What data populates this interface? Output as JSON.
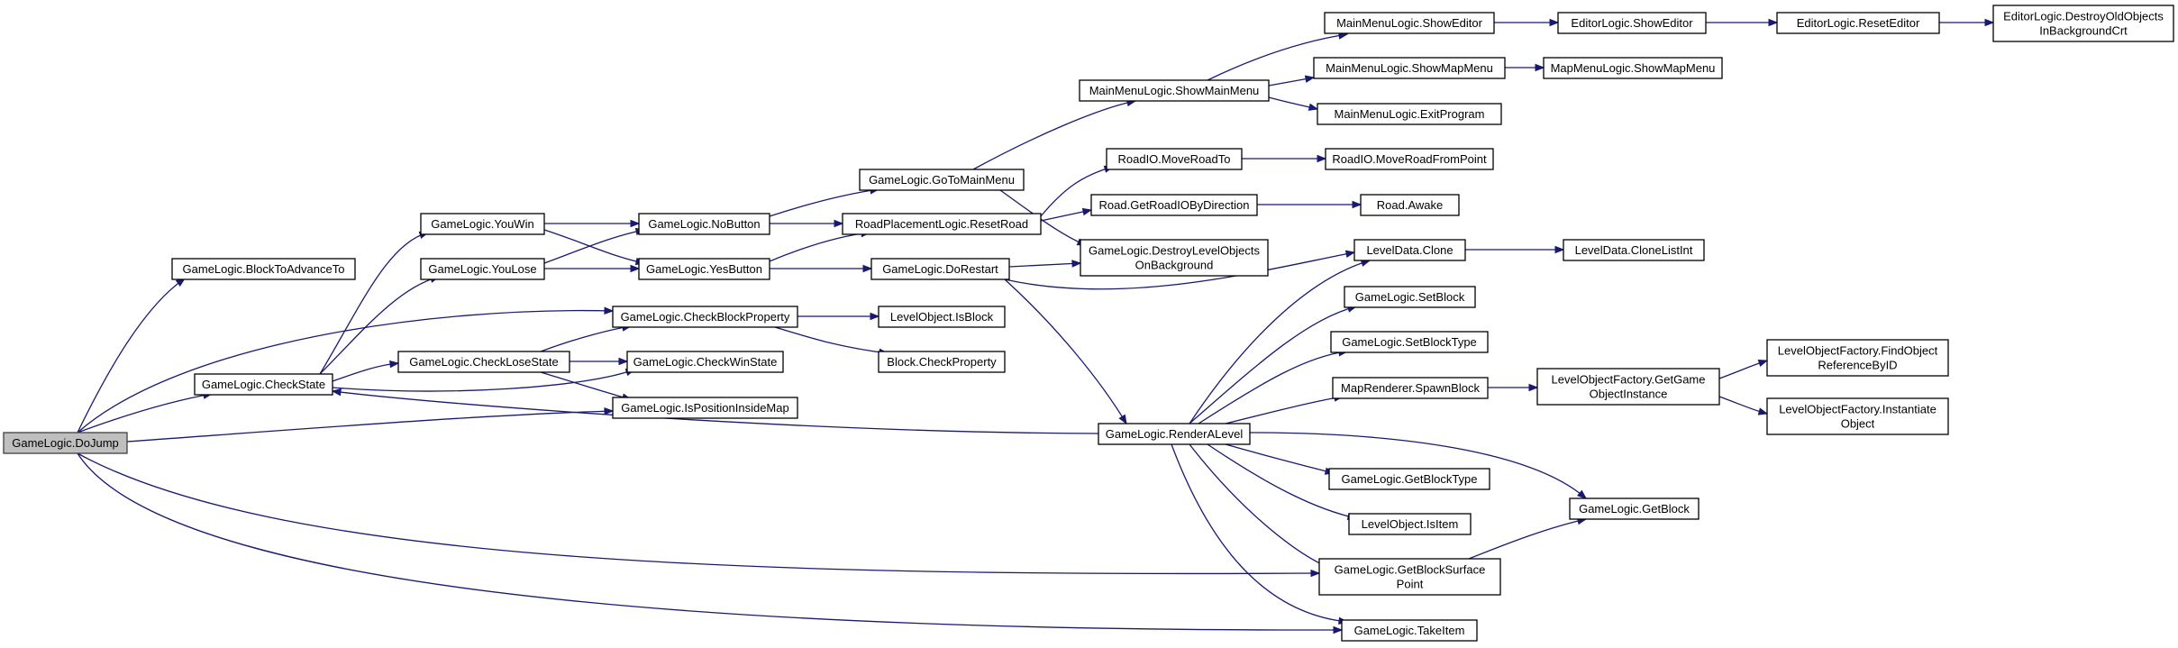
{
  "graph": {
    "nodes": [
      {
        "id": "dojump",
        "lines": [
          "GameLogic.DoJump"
        ],
        "root": true
      },
      {
        "id": "blocktoadvance",
        "lines": [
          "GameLogic.BlockToAdvanceTo"
        ]
      },
      {
        "id": "checkstate",
        "lines": [
          "GameLogic.CheckState"
        ]
      },
      {
        "id": "youwin",
        "lines": [
          "GameLogic.YouWin"
        ]
      },
      {
        "id": "youlose",
        "lines": [
          "GameLogic.YouLose"
        ]
      },
      {
        "id": "checklosestate",
        "lines": [
          "GameLogic.CheckLoseState"
        ]
      },
      {
        "id": "nobutton",
        "lines": [
          "GameLogic.NoButton"
        ]
      },
      {
        "id": "yesbutton",
        "lines": [
          "GameLogic.YesButton"
        ]
      },
      {
        "id": "checkblockproperty",
        "lines": [
          "GameLogic.CheckBlockProperty"
        ]
      },
      {
        "id": "checkwinstate",
        "lines": [
          "GameLogic.CheckWinState"
        ]
      },
      {
        "id": "ispositioninsidemap",
        "lines": [
          "GameLogic.IsPositionInsideMap"
        ]
      },
      {
        "id": "gotomainmenu",
        "lines": [
          "GameLogic.GoToMainMenu"
        ]
      },
      {
        "id": "resetroad",
        "lines": [
          "RoadPlacementLogic.ResetRoad"
        ]
      },
      {
        "id": "dorestart",
        "lines": [
          "GameLogic.DoRestart"
        ]
      },
      {
        "id": "levelobjectisblock",
        "lines": [
          "LevelObject.IsBlock"
        ]
      },
      {
        "id": "blockcheckproperty",
        "lines": [
          "Block.CheckProperty"
        ]
      },
      {
        "id": "showmainmenu",
        "lines": [
          "MainMenuLogic.ShowMainMenu"
        ]
      },
      {
        "id": "movero adto",
        "lines": [
          "RoadIO.MoveRoadTo"
        ]
      },
      {
        "id": "getroadiobydirection",
        "lines": [
          "Road.GetRoadIOByDirection"
        ]
      },
      {
        "id": "destroylevelobjects",
        "lines": [
          "GameLogic.DestroyLevelObjects",
          "OnBackground"
        ]
      },
      {
        "id": "renderalevel",
        "lines": [
          "GameLogic.RenderALevel"
        ]
      },
      {
        "id": "showeditor",
        "lines": [
          "MainMenuLogic.ShowEditor"
        ]
      },
      {
        "id": "showmapmenu",
        "lines": [
          "MainMenuLogic.ShowMapMenu"
        ]
      },
      {
        "id": "exitprogram",
        "lines": [
          "MainMenuLogic.ExitProgram"
        ]
      },
      {
        "id": "moveroadfrompoint",
        "lines": [
          "RoadIO.MoveRoadFromPoint"
        ]
      },
      {
        "id": "roadawake",
        "lines": [
          "Road.Awake"
        ]
      },
      {
        "id": "leveldataclone",
        "lines": [
          "LevelData.Clone"
        ]
      },
      {
        "id": "setblock",
        "lines": [
          "GameLogic.SetBlock"
        ]
      },
      {
        "id": "setblocktype",
        "lines": [
          "GameLogic.SetBlockType"
        ]
      },
      {
        "id": "spawnblock",
        "lines": [
          "MapRenderer.SpawnBlock"
        ]
      },
      {
        "id": "getblocktype",
        "lines": [
          "GameLogic.GetBlockType"
        ]
      },
      {
        "id": "isitem",
        "lines": [
          "LevelObject.IsItem"
        ]
      },
      {
        "id": "getblocksurfacepoint",
        "lines": [
          "GameLogic.GetBlockSurface",
          "Point"
        ]
      },
      {
        "id": "takeitem",
        "lines": [
          "GameLogic.TakeItem"
        ]
      },
      {
        "id": "editorshoweditor",
        "lines": [
          "EditorLogic.ShowEditor"
        ]
      },
      {
        "id": "mapmenushowmapmenu",
        "lines": [
          "MapMenuLogic.ShowMapMenu"
        ]
      },
      {
        "id": "clonelistint",
        "lines": [
          "LevelData.CloneListInt"
        ]
      },
      {
        "id": "getgameobjectinstance",
        "lines": [
          "LevelObjectFactory.GetGame",
          "ObjectInstance"
        ]
      },
      {
        "id": "getblock",
        "lines": [
          "GameLogic.GetBlock"
        ]
      },
      {
        "id": "reseteditor",
        "lines": [
          "EditorLogic.ResetEditor"
        ]
      },
      {
        "id": "findobjectreference",
        "lines": [
          "LevelObjectFactory.FindObject",
          "ReferenceByID"
        ]
      },
      {
        "id": "instantiateobject",
        "lines": [
          "LevelObjectFactory.Instantiate",
          "Object"
        ]
      },
      {
        "id": "destroyoldobjects",
        "lines": [
          "EditorLogic.DestroyOldObjects",
          "InBackgroundCrt"
        ]
      }
    ],
    "colors": {
      "edge": "#191970",
      "root_fill": "#bfbfbf",
      "node_fill": "#ffffff",
      "node_stroke": "#000000"
    }
  }
}
